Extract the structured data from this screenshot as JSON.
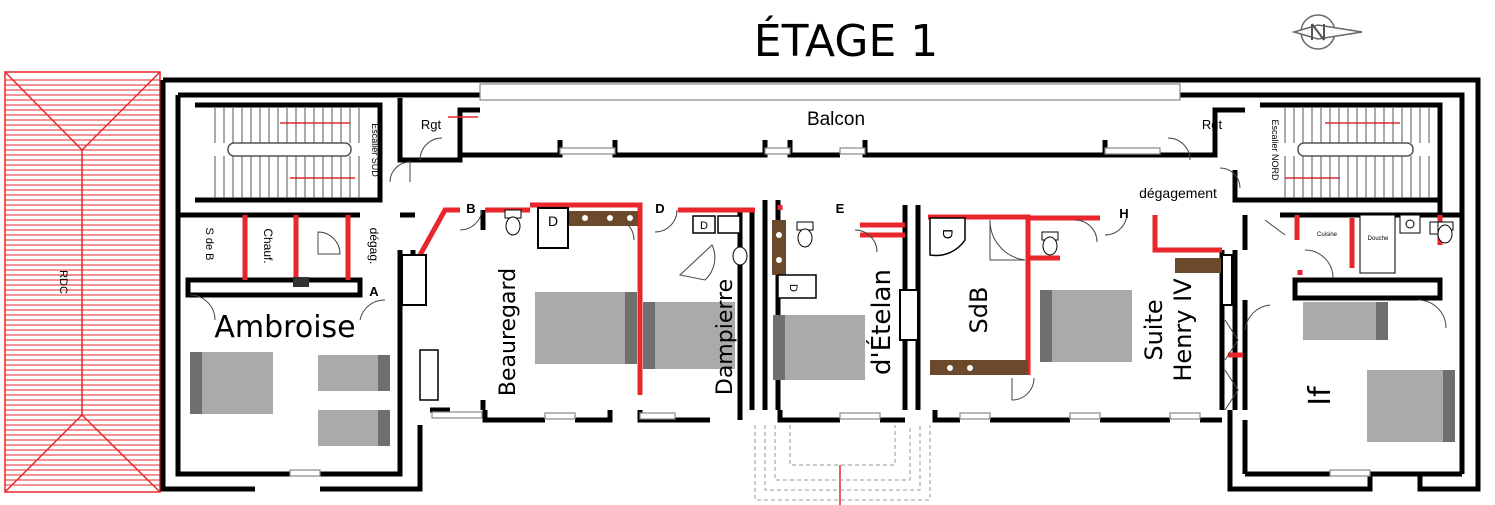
{
  "title": "ÉTAGE 1",
  "colors": {
    "wall": "#000000",
    "wiring": "#e8262b",
    "furniture": "#aaaaaa",
    "vanity": "#6b4a2b"
  },
  "icons": {
    "compass": "north-compass-icon"
  },
  "areas": {
    "balcon": "Balcon",
    "rdc": "RDC",
    "escalier_sud": "Escalier SUD",
    "escalier_nord": "Escalier NORD",
    "rgt_left": "Rgt",
    "rgt_right": "Rgt",
    "degagement": "dégagement",
    "s_de_b": "S de B",
    "chauf": "Chauf.",
    "degag": "dégag.",
    "sdb": "SdB",
    "cuisine": "Cuisine",
    "douche": "Douche"
  },
  "rooms": {
    "ambroise": "Ambroise",
    "beauregard": "Beauregard",
    "dampierre": "Dampierre",
    "etelan": "d'Ételan",
    "henry_line1": "Suite",
    "henry_line2": "Henry IV",
    "if": "If"
  },
  "markers": {
    "a": "A",
    "b": "B",
    "d": "D",
    "e": "E",
    "h": "H",
    "i": "I"
  },
  "fixture_labels": {
    "d1": "D",
    "d2": "D",
    "d3": "D",
    "d4": "D"
  }
}
